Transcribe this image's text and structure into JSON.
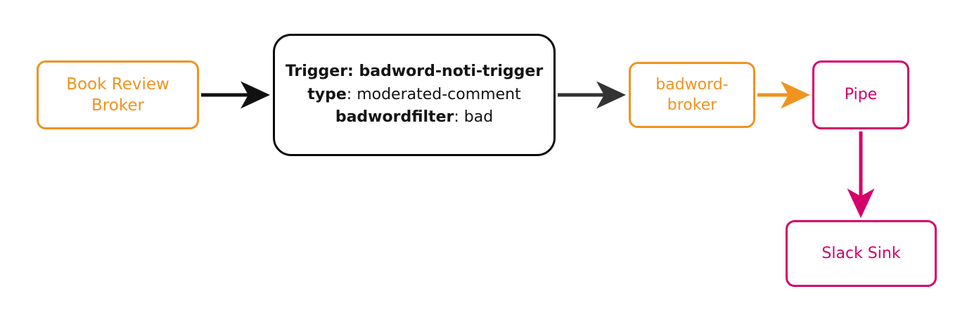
{
  "diagram": {
    "type": "flow-diagram",
    "background": "#ffffff",
    "colors": {
      "broker_orange": "#F0931F",
      "trigger_black": "#0B0B0B",
      "sink_pink": "#D4006A",
      "arrow_dark": "#2B2B2B"
    },
    "nodes": [
      {
        "id": "book-review-broker",
        "label": "Book Review\nBroker",
        "color": "#F0931F",
        "shape": "rounded-rect"
      },
      {
        "id": "trigger",
        "color": "#0B0B0B",
        "shape": "rounded-rect",
        "lines": [
          {
            "bold": "Trigger: badword-noti-trigger",
            "rest": ""
          },
          {
            "bold": "type",
            "rest": ": moderated-comment"
          },
          {
            "bold": "badwordfilter",
            "rest": ": bad"
          }
        ]
      },
      {
        "id": "badword-broker",
        "label": "badword-\nbroker",
        "color": "#F0931F",
        "shape": "rounded-rect"
      },
      {
        "id": "pipe",
        "label": "Pipe",
        "color": "#D4006A",
        "shape": "rounded-rect"
      },
      {
        "id": "slack-sink",
        "label": "Slack Sink",
        "color": "#D4006A",
        "shape": "rounded-rect"
      }
    ],
    "edges": [
      {
        "id": "edge-broker-to-trigger",
        "from": "book-review-broker",
        "to": "trigger",
        "color": "#111111",
        "direction": "right"
      },
      {
        "id": "edge-trigger-to-badword-broker",
        "from": "trigger",
        "to": "badword-broker",
        "color": "#333333",
        "direction": "right"
      },
      {
        "id": "edge-badword-broker-to-pipe",
        "from": "badword-broker",
        "to": "pipe",
        "color": "#F0931F",
        "direction": "right"
      },
      {
        "id": "edge-pipe-to-slack-sink",
        "from": "pipe",
        "to": "slack-sink",
        "color": "#D4006A",
        "direction": "down"
      }
    ]
  }
}
